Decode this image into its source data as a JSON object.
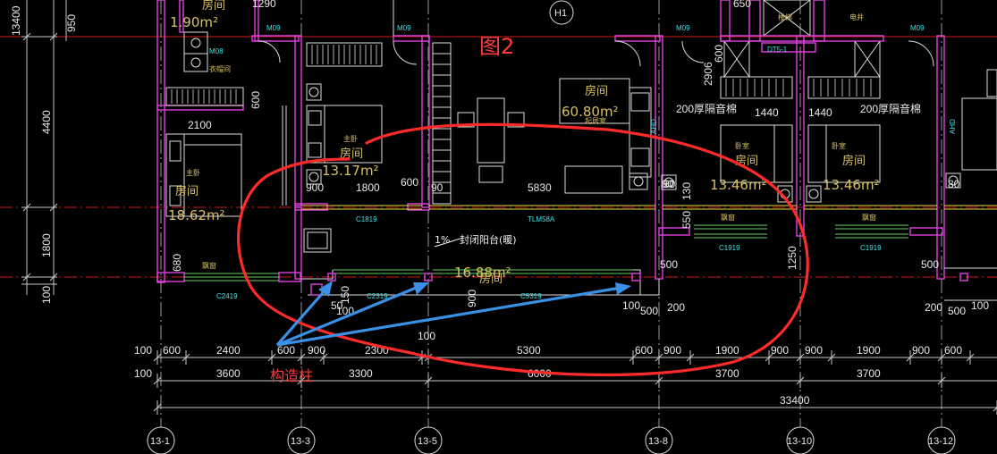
{
  "annotations": {
    "figure_label": "图2",
    "column_label": "构造柱",
    "axis_bubble_top": "H1"
  },
  "window_labels": {
    "m09_a": "M09",
    "m09_b": "M09",
    "m09_c": "M09",
    "m09_d": "M09",
    "m08": "M08",
    "c1819": "C1819",
    "tlm58a": "TLM58A",
    "c2419": "C2419",
    "c2319": "C2319",
    "c5319": "C5319",
    "c1919_a": "C1919",
    "c1919_b": "C1919",
    "dt": "DT5-1",
    "ahd_a": "AHD",
    "ahd_b": "AHD"
  },
  "rooms": {
    "r1_name": "房间",
    "r1_area": "18.62m²",
    "r1_sub": "主卧",
    "r2_name": "房间",
    "r2_area": "13.17m²",
    "r2_sub": "主卧",
    "r3_name": "房间",
    "r3_area": "16.88m²",
    "r4_name": "房间",
    "r4_area": "60.80m²",
    "r4_sub": "起居室",
    "r5_name": "房间",
    "r5_area": "13.46m²",
    "r5_sub": "卧室",
    "r6_name": "房间",
    "r6_area": "13.46m²",
    "r6_sub": "卧室",
    "r7_area": "1.90m²",
    "r8_name": "房间",
    "cloak": "衣帽间",
    "bay_a": "飘窗",
    "bay_b": "飘窗",
    "bay_c": "飘窗",
    "balcony_note": "封闭阳台(暖)",
    "slope": "1%",
    "soundproof_a": "200厚隔音棉",
    "soundproof_b": "200厚隔音棉",
    "pipe": "电井",
    "stair": "楼梯"
  },
  "dims_inner": {
    "d2100": "2100",
    "d900a": "900",
    "d1800a": "1800",
    "d600a": "600",
    "d90": "90",
    "d5830": "5830",
    "d600b": "600",
    "d680": "680",
    "d1440a": "1440",
    "d1440b": "1440",
    "d1290": "1290",
    "d650": "650",
    "d2906": "2906",
    "d600c": "600",
    "d130": "130",
    "d80": "80",
    "d150": "150",
    "d50": "50",
    "d900b": "900",
    "d100c": "100",
    "d100d": "100",
    "d500a": "500",
    "d500b": "500",
    "d200a": "200",
    "d1250": "1250",
    "d500c": "500",
    "d200b": "200",
    "d500d": "500",
    "d100e": "100",
    "d80b": "80",
    "d30": "30",
    "d550": "550"
  },
  "dims_left": {
    "l13400": "13400",
    "l950": "950",
    "l4400": "4400",
    "l1800": "1800",
    "l100": "100"
  },
  "dims_row1": {
    "lead": "100",
    "values": [
      "600",
      "2400",
      "600",
      "900",
      "2300",
      "5300",
      "600",
      "900",
      "1900",
      "900",
      "900",
      "1900",
      "900",
      "600"
    ]
  },
  "dims_row2": {
    "lead": "100",
    "values": [
      "3600",
      "3300",
      "6000",
      "3700",
      "3700"
    ]
  },
  "dims_row3": {
    "total": "33400"
  },
  "dims_bottom_mid": "100",
  "axes": [
    "13-1",
    "13-3",
    "13-5",
    "13-8",
    "13-10",
    "13-12"
  ]
}
